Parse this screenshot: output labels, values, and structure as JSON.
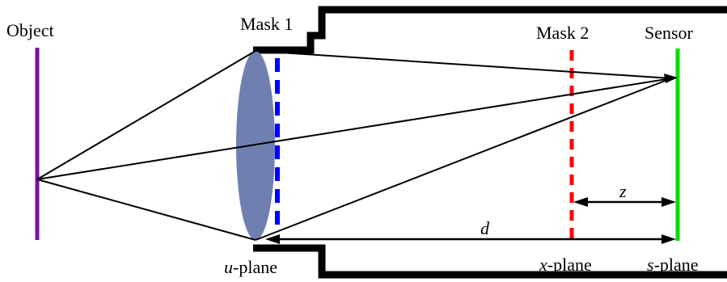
{
  "labels": {
    "object": "Object",
    "mask1": "Mask 1",
    "mask2": "Mask 2",
    "sensor": "Sensor",
    "u_var": "u",
    "u_suffix": "-plane",
    "x_var": "x",
    "x_suffix": "-plane",
    "s_var": "s",
    "s_suffix": "-plane",
    "z": "z",
    "d": "d"
  },
  "colors": {
    "object": "#7b0fa8",
    "lens": "#6f7fb0",
    "mask1": "#0000ff",
    "mask2": "#ff0000",
    "sensor": "#00e000",
    "housing": "#000000",
    "rays": "#000000"
  }
}
